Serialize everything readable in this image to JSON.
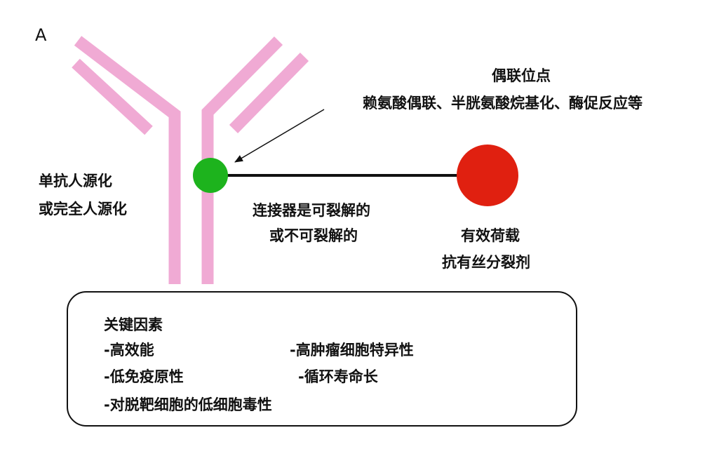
{
  "panel_label": "A",
  "colors": {
    "antibody": "#F0AAD4",
    "linker_site": "#1DB31D",
    "payload": "#E02010",
    "line": "#111111"
  },
  "conjugation": {
    "title": "偶联位点",
    "methods": "赖氨酸偶联、半胱氨酸烷基化、酶促反应等"
  },
  "antibody": {
    "line1": "单抗人源化",
    "line2": "或完全人源化"
  },
  "linker": {
    "line1": "连接器是可裂解的",
    "line2": "或不可裂解的"
  },
  "payload": {
    "line1": "有效荷载",
    "line2": "抗有丝分裂剂"
  },
  "key_factors": {
    "title": "关键因素",
    "item1": "-高效能",
    "item2": "-高肿瘤细胞特异性",
    "item3": "-低免疫原性",
    "item4": "-循环寿命长",
    "item5": "-对脱靶细胞的低细胞毒性"
  }
}
